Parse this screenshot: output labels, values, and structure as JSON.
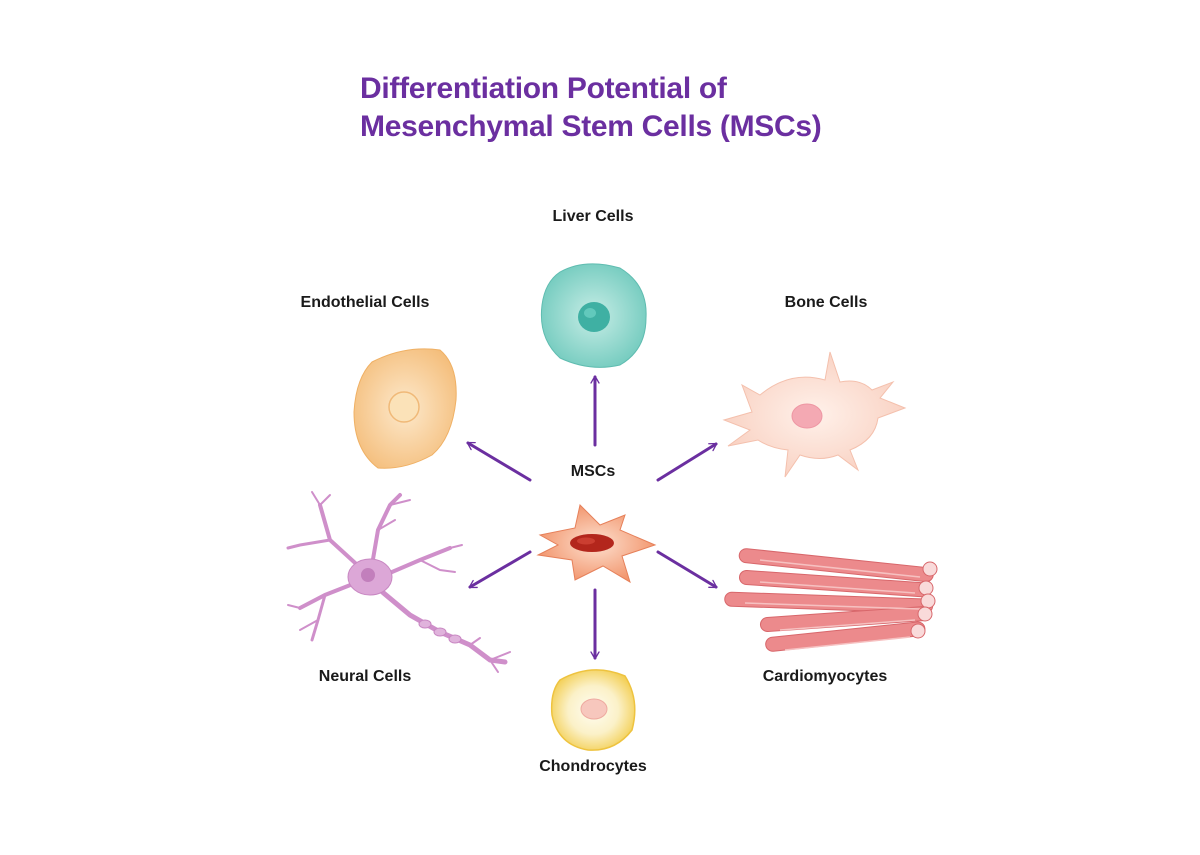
{
  "title": {
    "line1": "Differentiation Potential of",
    "line2": "Mesenchymal Stem Cells (MSCs)"
  },
  "center": {
    "label": "MSCs"
  },
  "cells": {
    "liver": "Liver Cells",
    "endothelial": "Endothelial Cells",
    "bone": "Bone Cells",
    "neural": "Neural Cells",
    "cardiomyocytes": "Cardiomyocytes",
    "chondrocytes": "Chondrocytes"
  },
  "colors": {
    "title": "#6b2fa0",
    "arrow": "#6b2fa0",
    "liver": "#7fd0c4",
    "endothelial": "#f7c98a",
    "bone": "#fbd9cc",
    "neural": "#d9a6d4",
    "cardio": "#ec8a8c",
    "chondro": "#f6dc72",
    "msc": "#f4946c"
  }
}
